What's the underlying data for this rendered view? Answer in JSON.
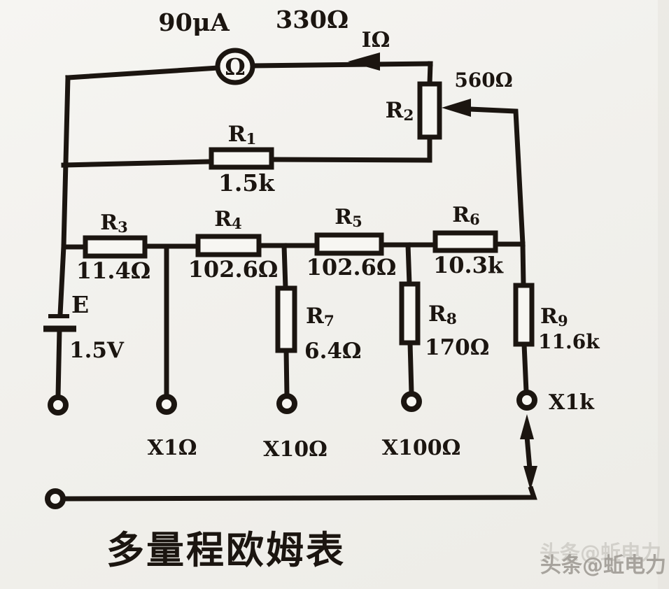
{
  "page": {
    "caption": "多量程欧姆表",
    "watermark": "头条@蚯电力"
  },
  "meter": {
    "symbol": "Ω",
    "full_scale_current": "90μA",
    "coil_resistance": "330Ω",
    "current_arrow_label": "IΩ"
  },
  "components": {
    "r1": {
      "ref": "R",
      "sub": "1",
      "value": "1.5k"
    },
    "r2": {
      "ref": "R",
      "sub": "2",
      "value": "560Ω"
    },
    "r3": {
      "ref": "R",
      "sub": "3",
      "value": "11.4Ω"
    },
    "r4": {
      "ref": "R",
      "sub": "4",
      "value": "102.6Ω"
    },
    "r5": {
      "ref": "R",
      "sub": "5",
      "value": "102.6Ω"
    },
    "r6": {
      "ref": "R",
      "sub": "6",
      "value": "10.3k"
    },
    "r7": {
      "ref": "R",
      "sub": "7",
      "value": "6.4Ω"
    },
    "r8": {
      "ref": "R",
      "sub": "8",
      "value": "170Ω"
    },
    "r9": {
      "ref": "R",
      "sub": "9",
      "value": "11.6k"
    },
    "battery": {
      "ref": "E",
      "value": "1.5V"
    }
  },
  "ranges": {
    "x1": {
      "label": "X1Ω"
    },
    "x10": {
      "label": "X10Ω"
    },
    "x100": {
      "label": "X100Ω"
    },
    "x1k": {
      "label": "X1k"
    }
  },
  "colors": {
    "ink": "#1b1510",
    "paper": "#f2f1ed",
    "watermark": "#a09c95"
  }
}
